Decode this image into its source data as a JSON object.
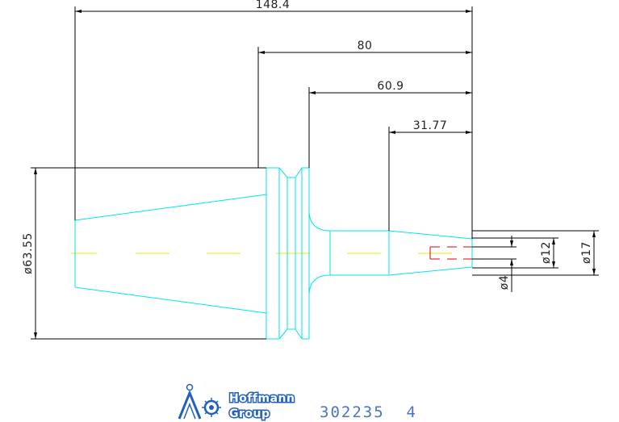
{
  "colors": {
    "outline": "#00e5e5",
    "dimension": "#000000",
    "centerline": "#e8e800",
    "hidden": "#e00000",
    "logo": "#2060c0"
  },
  "dimensions": {
    "overall_length": "148.4",
    "length_80": "80",
    "length_60_9": "60.9",
    "length_31_77": "31.77",
    "diameter_63_55": "ø63.55",
    "diameter_17": "ø17",
    "diameter_12": "ø12",
    "diameter_4": "ø4"
  },
  "title_block": {
    "brand_line1": "Hoffmann",
    "brand_line2": "Group",
    "logo_icon": "hoffmann-figure-logo",
    "part_number": "302235  4"
  }
}
